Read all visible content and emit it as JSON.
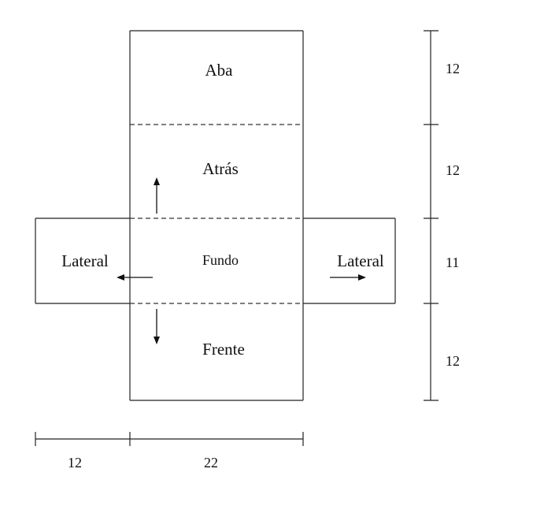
{
  "panels": {
    "aba": "Aba",
    "atras": "Atrás",
    "fundo": "Fundo",
    "frente": "Frente",
    "lateral_left": "Lateral",
    "lateral_right": "Lateral"
  },
  "dimensions": {
    "vertical": [
      "12",
      "12",
      "11",
      "12"
    ],
    "horizontal": [
      "12",
      "22"
    ]
  }
}
